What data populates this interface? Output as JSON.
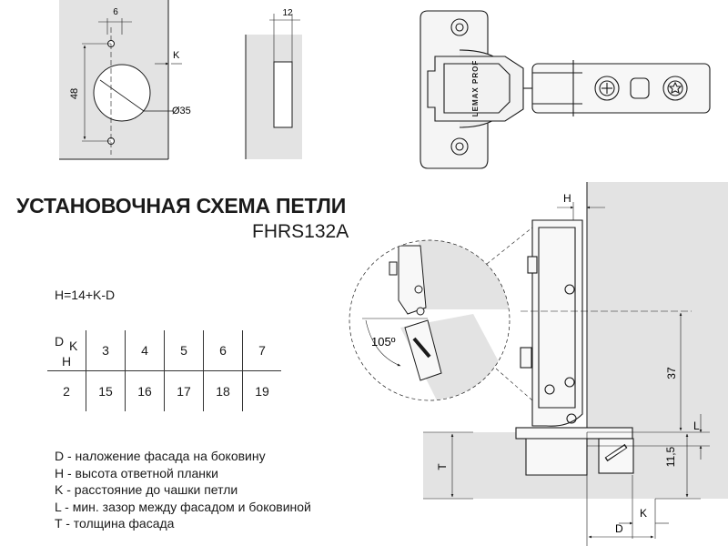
{
  "title": "УСТАНОВОЧНАЯ СХЕМА ПЕТЛИ",
  "model": "FHRS132A",
  "formula": "H=14+K-D",
  "table": {
    "corner_top": "D",
    "corner_k": "K",
    "corner_bottom": "H",
    "k_values": [
      "3",
      "4",
      "5",
      "6",
      "7"
    ],
    "h_label": "2",
    "h_values": [
      "15",
      "16",
      "17",
      "18",
      "19"
    ]
  },
  "legend": [
    "D - наложение фасада на боковину",
    "H - высота ответной планки",
    "K - расстояние до чашки петли",
    "L - мин. зазор между фасадом и боковиной",
    "T - толщина фасада"
  ],
  "dims": {
    "top_spacing": "6",
    "drill_height": "48",
    "cup_diameter": "Ø35",
    "k": "K",
    "plate_depth": "12",
    "h": "H",
    "angle": "105º",
    "height_37": "37",
    "l": "L",
    "height_11_5": "11,5",
    "t": "T",
    "k_bottom": "K",
    "d": "D"
  },
  "brand": "LEMAX PROF",
  "colors": {
    "panel_fill": "#e3e3e3",
    "line": "#1a1a1a"
  }
}
